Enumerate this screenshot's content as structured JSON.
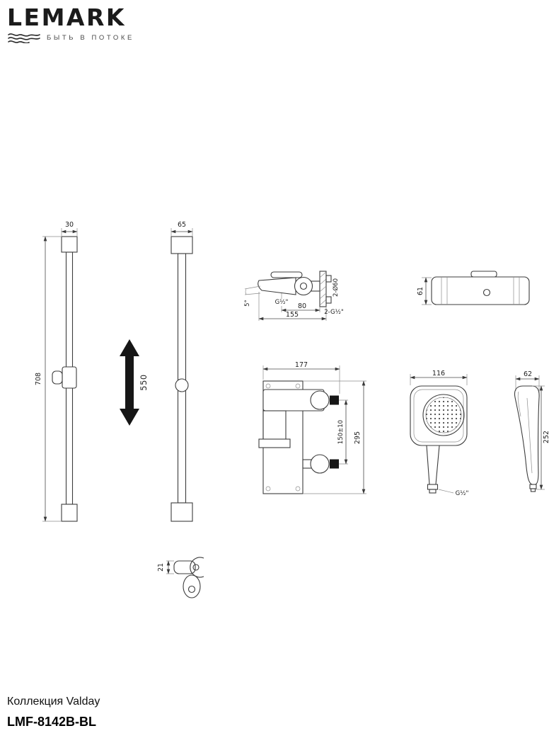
{
  "brand": {
    "name": "LEMARK",
    "tagline": "БЫТЬ В ПОТОКЕ"
  },
  "product": {
    "collection": "Коллекция Valday",
    "model": "LMF-8142B-BL"
  },
  "drawing": {
    "rail_front": {
      "cap_width": "30",
      "length": "708"
    },
    "slider_travel": "550",
    "rail_side": {
      "cap_width": "65"
    },
    "mixer_side": {
      "angle": "5°",
      "outlet_thread": "G½\"",
      "wall_offset": "80",
      "length": "155",
      "escutcheons": "2-Ø60",
      "inlets": "2-G½\""
    },
    "mixer_top": {
      "depth": "61"
    },
    "mixer_front": {
      "width": "177",
      "inlet_spacing": "150±10",
      "height": "295"
    },
    "handshower_front": {
      "width": "116",
      "thread": "G½\""
    },
    "handshower_side": {
      "width": "62",
      "length": "252"
    },
    "bracket": {
      "thickness": "21"
    }
  }
}
